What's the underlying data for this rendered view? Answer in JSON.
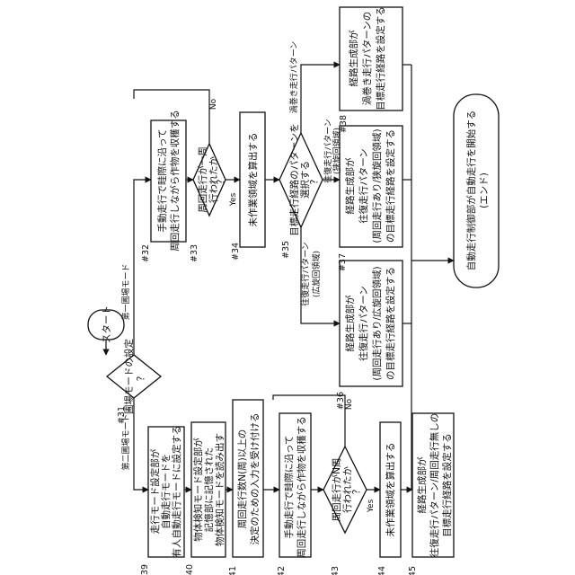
{
  "nodes": {
    "start": {
      "label": "スタート"
    },
    "n31": {
      "num": "#31",
      "lines": [
        "圃場モードの設定",
        "？"
      ]
    },
    "n32": {
      "num": "#32",
      "lines": [
        "手動走行で畦際に沿って",
        "周回走行しながら作物を収穫する"
      ]
    },
    "n33": {
      "num": "#33",
      "lines": [
        "周回走行が一周",
        "行われたか",
        "？"
      ]
    },
    "n34": {
      "num": "#34",
      "lines": [
        "未作業領域を算出する"
      ]
    },
    "n35": {
      "num": "#35",
      "lines": [
        "目標走行経路のパターンを",
        "選択する",
        "？"
      ]
    },
    "n36": {
      "num": "#36",
      "lines": [
        "経路生成部が",
        "往復走行パターン",
        "(周回走行あり/広旋回領域)",
        "の目標走行経路を設定する"
      ]
    },
    "n37": {
      "num": "#37",
      "lines": [
        "経路生成部が",
        "往復走行パターン",
        "(周回走行あり/狭旋回領域)",
        "の目標走行経路を設定する"
      ]
    },
    "n38": {
      "num": "#38",
      "lines": [
        "経路生成部が",
        "渦巻き走行パターンの",
        "目標走行経路を設定する"
      ]
    },
    "n39": {
      "num": "#39",
      "lines": [
        "走行モード設定部が",
        "自動走行モードを",
        "有人自動走行モードに設定する"
      ]
    },
    "n40": {
      "num": "#40",
      "lines": [
        "物体検知モード設定部が",
        "記憶部に記憶された",
        "物体検知モードを読み出す"
      ]
    },
    "n41": {
      "num": "#41",
      "lines": [
        "周回走行数N(周)以上の",
        "決定のための入力を受け付ける"
      ]
    },
    "n42": {
      "num": "#42",
      "lines": [
        "手動走行で畦際に沿って",
        "周回走行しながら作物を収穫する"
      ]
    },
    "n43": {
      "num": "#43",
      "lines": [
        "周回走行がN周",
        "行われたか",
        "？"
      ]
    },
    "n44": {
      "num": "44",
      "lines": [
        "未作業領域を算出する"
      ]
    },
    "n45": {
      "num": "#45",
      "lines": [
        "経路生成部が",
        "往復走行パターン/周回走行無しの",
        "目標走行経路を設定する"
      ]
    },
    "end": {
      "lines": [
        "自動走行制御部が自動走行を開始する",
        "(エンド)"
      ]
    }
  },
  "edges": {
    "first_mode": "第一圃場モード",
    "second_mode": "第二圃場モード",
    "no_33": "No",
    "yes_33": "Yes",
    "no_43": "No",
    "yes_43": "Yes",
    "pattern_wide": [
      "往復走行パターン",
      "(広旋回領域)"
    ],
    "pattern_narrow": [
      "往復走行パターン",
      "(狭旋回領域)"
    ],
    "pattern_spiral": "渦巻き走行パターン"
  }
}
